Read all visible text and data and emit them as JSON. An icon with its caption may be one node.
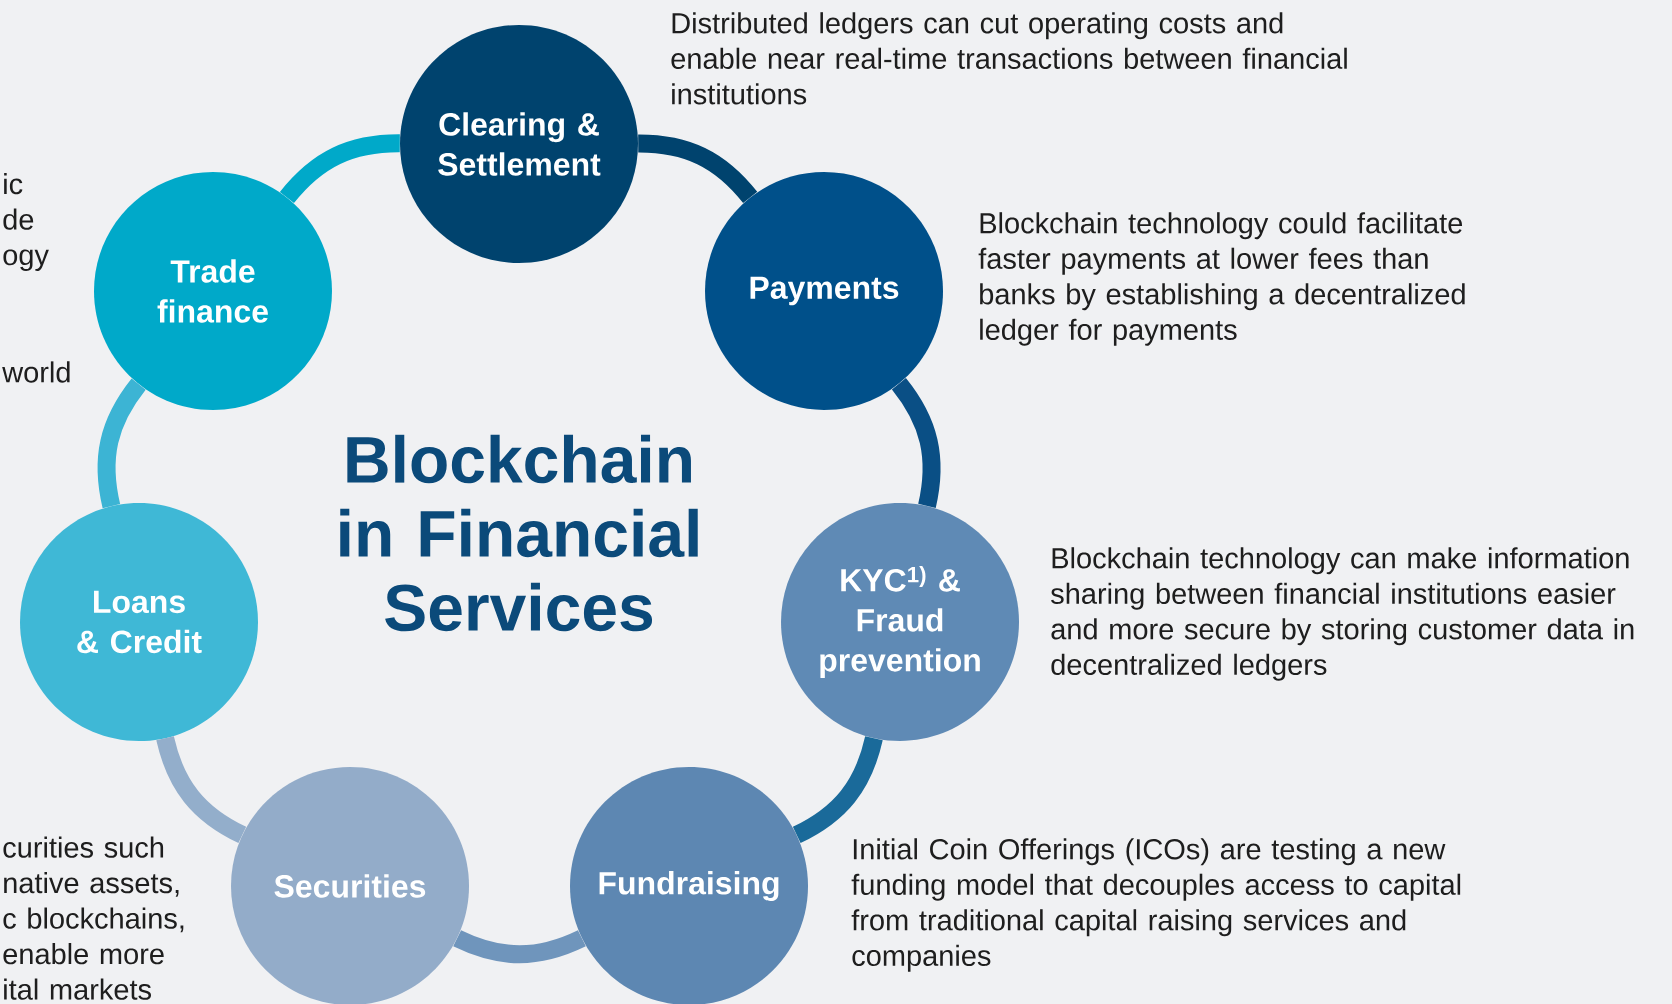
{
  "diagram": {
    "title": "Blockchain in Financial Services",
    "nodes": [
      {
        "text": [
          "Trade finance"
        ],
        "beside": [
          "ic de ogy",
          "world"
        ]
      },
      {
        "text": [
          "Clearing & Settlement"
        ],
        "beside": [
          "Distributed ledgers can cut operating costs and enable near real-time transactions between financial institutions"
        ]
      },
      {
        "text": [
          "Payments"
        ],
        "beside": [
          "Blockchain technology could facilitate faster payments at lower fees than banks by establishing a decentralized ledger for payments"
        ]
      },
      {
        "text": [
          "KYC$^{1)}$ & Fraud prevention"
        ],
        "beside": [
          "Blockchain technology can make information sharing between financial institutions easier and more secure by storing customer data in decentralized ledgers"
        ]
      },
      {
        "text": [
          "Fundraising"
        ],
        "beside": [
          "Initial Coin Offerings (ICOs) are testing a new funding model that decouples access to capital from traditional capital raising services and companies"
        ]
      },
      {
        "text": [
          "Securities"
        ],
        "beside": [
          "curities such native assets, c blockchains, enable more ital markets"
        ]
      },
      {
        "text": [
          "Loans & Credit"
        ]
      }
    ],
    "edges": [
      {
        "from": 0,
        "to": 1,
        "arrow": "none",
        "color": "#00a9c9"
      },
      {
        "from": 1,
        "to": 2,
        "arrow": "none",
        "color": "#00436e"
      },
      {
        "from": 2,
        "to": 3,
        "arrow": "none",
        "color": "#0a4f85"
      },
      {
        "from": 3,
        "to": 4,
        "arrow": "none",
        "color": "#1a6a9a"
      },
      {
        "from": 4,
        "to": 5,
        "arrow": "none",
        "color": "#6f95bc"
      },
      {
        "from": 5,
        "to": 6,
        "arrow": "none",
        "color": "#93aecb"
      },
      {
        "from": 6,
        "to": 0,
        "arrow": "none",
        "color": "#3cb4d4"
      }
    ]
  }
}
